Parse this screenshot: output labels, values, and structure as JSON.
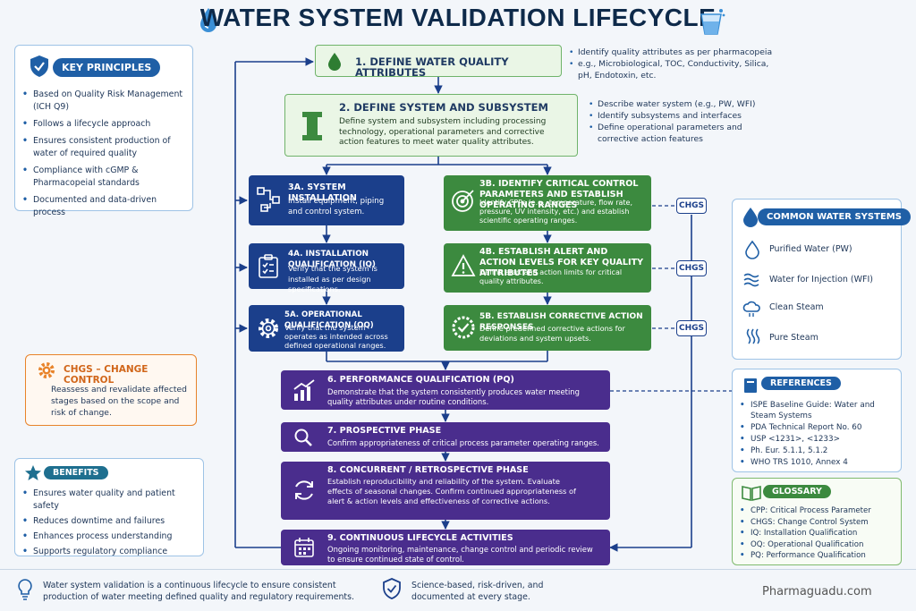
{
  "title": "WATER SYSTEM VALIDATION LIFECYCLE",
  "key_principles": {
    "heading": "KEY PRINCIPLES",
    "items": [
      "Based on Quality Risk Management (ICH Q9)",
      "Follows a lifecycle approach",
      "Ensures consistent production of water of required quality",
      "Compliance with cGMP & Pharmacopeial standards",
      "Documented and data-driven process"
    ]
  },
  "chgs_panel": {
    "heading": "CHGS – CHANGE CONTROL",
    "text": "Reassess and revalidate affected stages based on the scope and risk of change."
  },
  "benefits": {
    "heading": "BENEFITS",
    "items": [
      "Ensures water quality and patient safety",
      "Reduces downtime and failures",
      "Enhances process understanding",
      "Supports regulatory compliance"
    ]
  },
  "steps": {
    "s1": {
      "title": "1. DEFINE WATER QUALITY ATTRIBUTES"
    },
    "s2": {
      "title": "2. DEFINE SYSTEM AND SUBSYSTEM",
      "desc": "Define system and subsystem including processing technology, operational parameters and corrective action features to meet water quality attributes."
    },
    "s3a": {
      "title": "3A. SYSTEM INSTALLATION",
      "desc": "Install equipment, piping and control system."
    },
    "s3b": {
      "title": "3B. IDENTIFY CRITICAL CONTROL PARAMETERS AND ESTABLISH OPERATING RANGES",
      "desc": "Identify CPPs (e.g., temperature, flow rate, pressure, UV intensity, etc.) and establish scientific operating ranges."
    },
    "s4a": {
      "title": "4A. INSTALLATION QUALIFICATION (IQ)",
      "desc": "Verify that the system is installed as per design specifications."
    },
    "s4b": {
      "title": "4B. ESTABLISH ALERT AND ACTION LEVELS FOR KEY QUALITY ATTRIBUTES",
      "desc": "Define alert and action limits for critical quality attributes."
    },
    "s5a": {
      "title": "5A. OPERATIONAL QUALIFICATION (OQ)",
      "desc": "Verify that the system operates as intended across defined operational ranges."
    },
    "s5b": {
      "title": "5B. ESTABLISH CORRECTIVE ACTION RESPONSES",
      "desc": "Define predefined corrective actions for deviations and system upsets."
    },
    "s6": {
      "title": "6. PERFORMANCE QUALIFICATION (PQ)",
      "desc": "Demonstrate that the system consistently produces water meeting quality attributes under routine conditions."
    },
    "s7": {
      "title": "7. PROSPECTIVE PHASE",
      "desc": "Confirm appropriateness of critical process parameter operating ranges."
    },
    "s8": {
      "title": "8. CONCURRENT / RETROSPECTIVE PHASE",
      "desc": "Establish reproducibility and reliability of the system. Evaluate effects of seasonal changes. Confirm continued appropriateness of alert & action levels and effectiveness of corrective actions."
    },
    "s9": {
      "title": "9. CONTINUOUS LIFECYCLE ACTIVITIES",
      "desc": "Ongoing monitoring, maintenance, change control and periodic review to ensure continued state of control."
    }
  },
  "chgs_label": "CHGS",
  "notes_s1": [
    "Identify quality attributes as per pharmacopeia",
    "e.g., Microbiological, TOC, Conductivity, Silica, pH, Endotoxin, etc."
  ],
  "notes_s2": [
    "Describe water system (e.g., PW, WFI)",
    "Identify subsystems and interfaces",
    "Define operational parameters and corrective action features"
  ],
  "common_systems": {
    "heading": "COMMON WATER SYSTEMS",
    "items": [
      "Purified Water (PW)",
      "Water for Injection (WFI)",
      "Clean Steam",
      "Pure Steam"
    ]
  },
  "references": {
    "heading": "REFERENCES",
    "items": [
      "ISPE Baseline Guide: Water and Steam Systems",
      "PDA Technical Report No. 60",
      "USP <1231>, <1233>",
      "Ph. Eur. 5.1.1, 5.1.2",
      "WHO TRS 1010, Annex 4"
    ]
  },
  "glossary": {
    "heading": "GLOSSARY",
    "items": [
      "CPP: Critical Process Parameter",
      "CHGS: Change Control System",
      "IQ: Installation Qualification",
      "OQ: Operational Qualification",
      "PQ: Performance Qualification"
    ]
  },
  "footer": {
    "left": "Water system validation is a continuous lifecycle to ensure consistent production of water meeting defined quality and regulatory requirements.",
    "middle": "Science-based, risk-driven, and documented at every stage.",
    "brand": "Pharmaguadu.com"
  },
  "colors": {
    "navy": "#1b3f8b",
    "green": "#3c8a3f",
    "purple": "#4a2d8d",
    "orange": "#e8832a",
    "teal": "#1e6f8f"
  }
}
